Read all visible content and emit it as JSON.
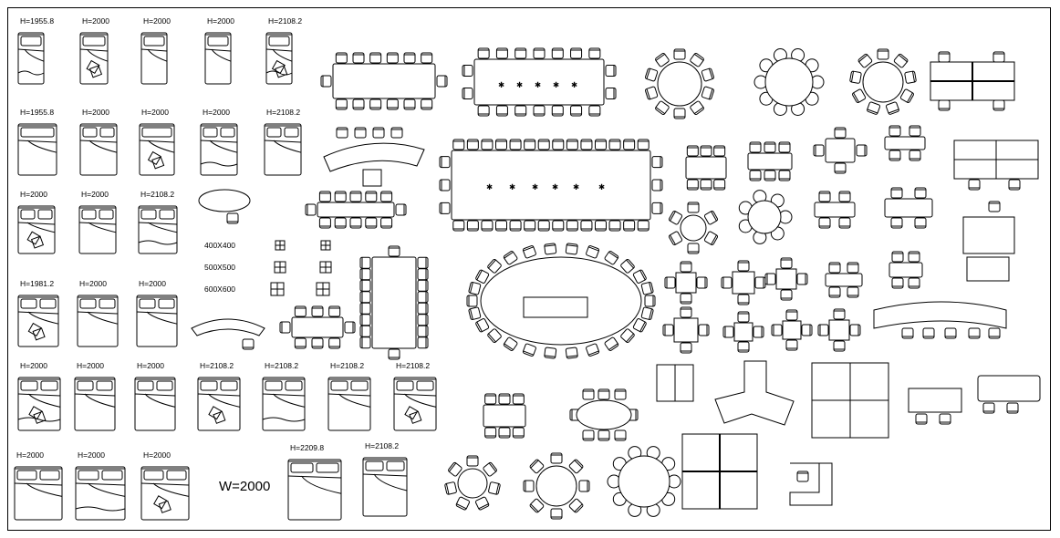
{
  "beds": [
    {
      "label": "H=1955.8"
    },
    {
      "label": "H=2000"
    },
    {
      "label": "H=2000"
    },
    {
      "label": "H=2000"
    },
    {
      "label": "H=2108.2"
    },
    {
      "label": "H=1955.8"
    },
    {
      "label": "H=2000"
    },
    {
      "label": "H=2000"
    },
    {
      "label": "H=2000"
    },
    {
      "label": "H=2108.2"
    },
    {
      "label": "H=2000"
    },
    {
      "label": "H=2000"
    },
    {
      "label": "H=2108.2"
    },
    {
      "label": "H=1981.2"
    },
    {
      "label": "H=2000"
    },
    {
      "label": "H=2000"
    },
    {
      "label": "H=2000"
    },
    {
      "label": "H=2000"
    },
    {
      "label": "H=2000"
    },
    {
      "label": "H=2108.2"
    },
    {
      "label": "H=2108.2"
    },
    {
      "label": "H=2108.2"
    },
    {
      "label": "H=2108.2"
    },
    {
      "label": "H=2000"
    },
    {
      "label": "H=2000"
    },
    {
      "label": "H=2000"
    },
    {
      "label": "H=2209.8"
    },
    {
      "label": "H=2108.2"
    }
  ],
  "tile_sizes": [
    "400X400",
    "500X500",
    "600X600"
  ],
  "width_label": "W=2000"
}
